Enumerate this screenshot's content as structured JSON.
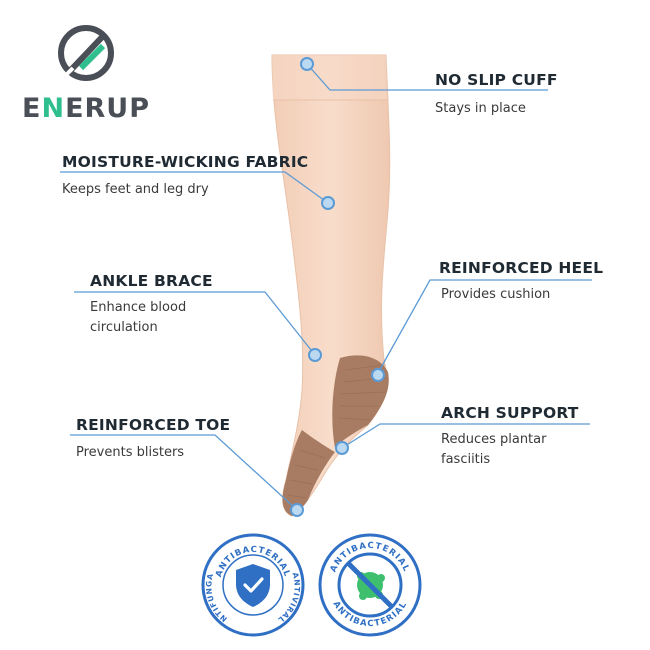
{
  "brand": {
    "name_prefix": "E",
    "name_accent": "N",
    "name_suffix": "ERUP",
    "accent_color": "#2fbf8f"
  },
  "features": {
    "no_slip": {
      "title": "NO SLIP CUFF",
      "desc": "Stays in place"
    },
    "moisture": {
      "title": "MOISTURE-WICKING FABRIC",
      "desc": "Keeps feet and leg dry"
    },
    "ankle": {
      "title": "ANKLE BRACE",
      "desc_line1": "Enhance blood",
      "desc_line2": "circulation"
    },
    "heel": {
      "title": "REINFORCED HEEL",
      "desc": "Provides cushion"
    },
    "toe": {
      "title": "REINFORCED TOE",
      "desc": "Prevents blisters"
    },
    "arch": {
      "title": "ARCH SUPPORT",
      "desc_line1": "Reduces plantar",
      "desc_line2": "fasciitis"
    }
  },
  "badges": {
    "left": {
      "top": "ANTIBACTERIAL",
      "left": "ANTIFUNGAL",
      "right": "ANTIVIRAL"
    },
    "right": {
      "top": "ANTIBACTERIAL",
      "bottom": "ANTIBACTERIAL"
    }
  },
  "colors": {
    "leader_line": "#5b9bd5",
    "sock": "#f6d6c2",
    "reinforcement": "#a87c63",
    "badge_blue": "#2f6fc4"
  }
}
